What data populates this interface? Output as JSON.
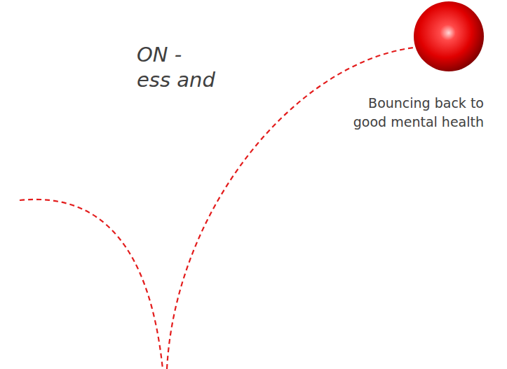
{
  "diagram": {
    "labels": [
      "ON -",
      "ess and",
      "Bouncing back to good mental health"
    ]
  }
}
